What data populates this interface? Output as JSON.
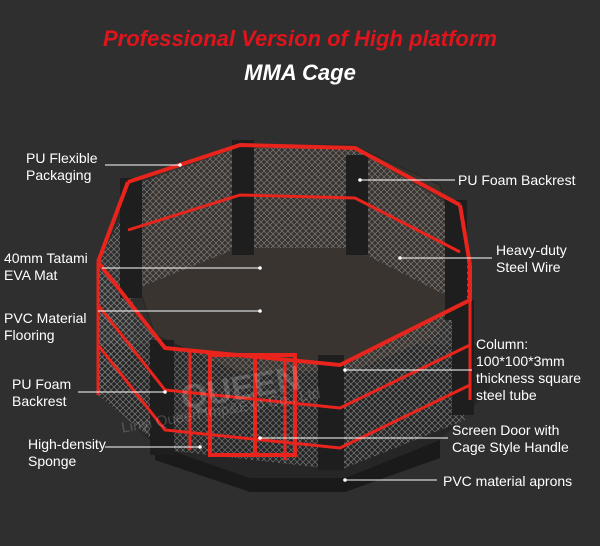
{
  "header": {
    "title": "Professional Version of High platform",
    "subtitle": "MMA Cage"
  },
  "watermark": {
    "brand": "QUEEN",
    "company": "Linyi Queen Imp&Exp Co., Ltd"
  },
  "labels": {
    "pu_flexible_packaging": [
      "PU Flexible",
      "Packaging"
    ],
    "pu_foam_backrest_top": "PU Foam Backrest",
    "tatami_mat": [
      "40mm Tatami",
      "EVA Mat"
    ],
    "steel_wire": [
      "Heavy-duty",
      "Steel Wire"
    ],
    "pvc_flooring": [
      "PVC Material",
      "Flooring"
    ],
    "column": [
      "Column:",
      "100*100*3mm",
      "thickness square",
      "steel tube"
    ],
    "pu_foam_backrest_left": [
      "PU Foam",
      "Backrest"
    ],
    "screen_door": [
      "Screen Door with",
      "Cage Style Handle"
    ],
    "sponge": [
      "High-density",
      "Sponge"
    ],
    "aprons": "PVC material aprons"
  },
  "colors": {
    "background": "#2f2f2f",
    "title": "#e0141c",
    "rail": "#e8241c",
    "padding": "#1e1e1e"
  }
}
